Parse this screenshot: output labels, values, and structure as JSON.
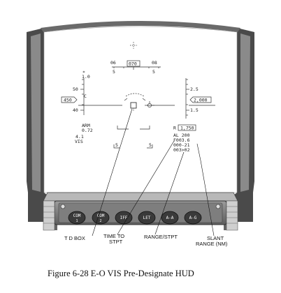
{
  "figure": {
    "caption": "Figure 6-28  E-O VIS Pre-Designate HUD"
  },
  "hud": {
    "heading": {
      "left": "06",
      "center": "070",
      "right": "08",
      "tick_left": "5",
      "tick_right": "5"
    },
    "airspeed": {
      "mach_top": "1.0",
      "tick_50": "50",
      "marker": "C",
      "box": "450",
      "tick_40": "40",
      "arm": "ARM",
      "mach": "0.72",
      "g": "4.1",
      "mode": "VIS"
    },
    "altitude": {
      "tick_top": "2.5",
      "box": "2,000",
      "tick_low": "1.5",
      "radar_prefix": "R",
      "radar_box": "1,750",
      "al": "AL 200",
      "range_stpt": "F003.6",
      "bearing": "000-21",
      "slant": "003>02"
    },
    "horizon_marks": {
      "left": "5",
      "right": "5"
    }
  },
  "buttons": [
    {
      "top": "COM",
      "bottom": "1"
    },
    {
      "top": "COM",
      "bottom": "2"
    },
    {
      "top": "IFF",
      "bottom": ""
    },
    {
      "top": "LET",
      "bottom": ""
    },
    {
      "top": "A-A",
      "bottom": ""
    },
    {
      "top": "A-G",
      "bottom": ""
    }
  ],
  "callouts": {
    "td_box": "T D BOX",
    "time_to_stpt_1": "TIME TO",
    "time_to_stpt_2": "STPT",
    "range_stpt": "RANGE/STPT",
    "slant_range_1": "SLANT",
    "slant_range_2": "RANGE (NM)"
  }
}
